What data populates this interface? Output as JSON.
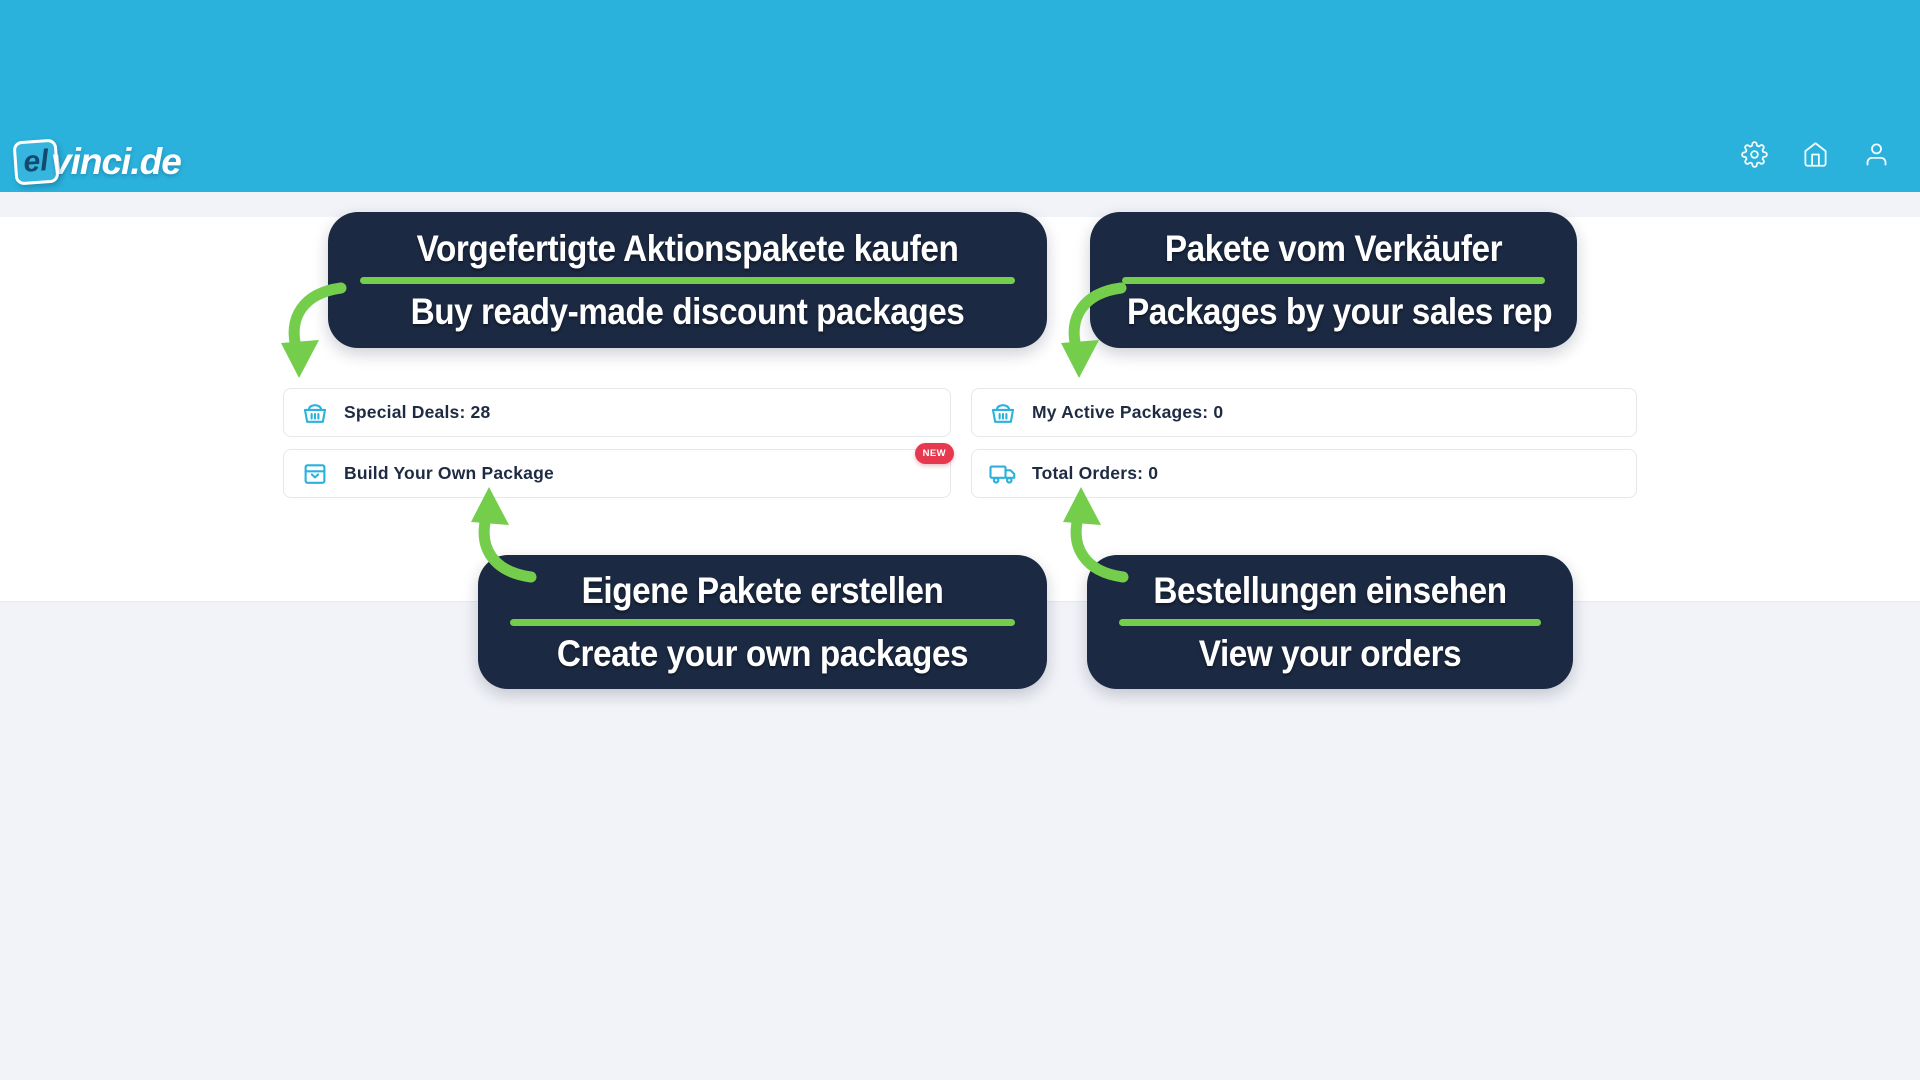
{
  "colors": {
    "header_bg": "#2ab2dc",
    "callout_bg": "#1b2942",
    "accent_green": "#74ce4b",
    "page_bg": "#f1f3f8",
    "panel_bg": "#ffffff",
    "card_border": "#e4e7ec",
    "card_text": "#1e2b43",
    "badge_red": "#e63950",
    "icon_cyan": "#2ab2dc"
  },
  "header": {
    "logo": {
      "box": "el",
      "domain": "vinci.de"
    },
    "icons": [
      {
        "name": "settings-icon"
      },
      {
        "name": "home-icon"
      },
      {
        "name": "user-icon"
      }
    ]
  },
  "callouts": [
    {
      "de": "Vorgefertigte Aktionspakete kaufen",
      "en": "Buy ready-made discount packages"
    },
    {
      "de": "Pakete vom Verkäufer",
      "en": "Packages by your sales rep"
    },
    {
      "de": "Eigene Pakete erstellen",
      "en": "Create your own packages"
    },
    {
      "de": "Bestellungen einsehen",
      "en": "View your orders"
    }
  ],
  "cards": [
    {
      "label": "Special Deals: 28",
      "icon": "basket-icon"
    },
    {
      "label": "Build Your Own Package",
      "icon": "package-icon",
      "badge": "NEW"
    },
    {
      "label": "My Active Packages: 0",
      "icon": "basket-icon"
    },
    {
      "label": "Total Orders: 0",
      "icon": "truck-icon"
    }
  ]
}
